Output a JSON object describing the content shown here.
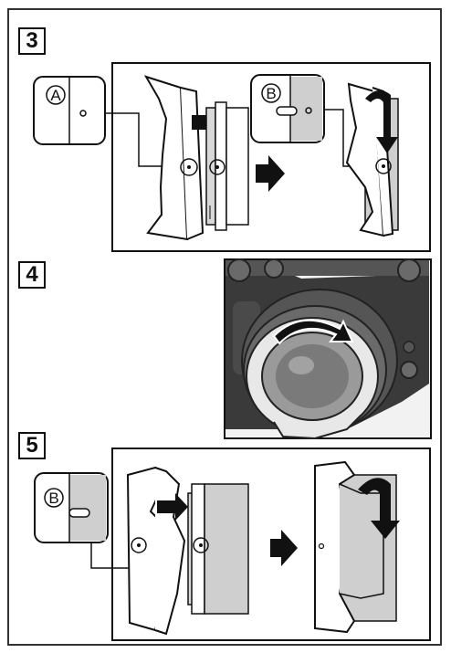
{
  "steps": {
    "step3": {
      "number": "3",
      "callout_a": "A",
      "callout_b": "B"
    },
    "step4": {
      "number": "4"
    },
    "step5": {
      "number": "5",
      "callout_b": "B"
    }
  },
  "colors": {
    "line": "#111111",
    "arrow": "#111111",
    "grey_fill": "#cfcfcf",
    "camera_dark": "#3a3a3a",
    "camera_mid": "#6a6a6a"
  },
  "icons": [
    "step-number-badge",
    "push-arrow-icon",
    "rotate-arrow-icon",
    "next-arrow-icon"
  ]
}
